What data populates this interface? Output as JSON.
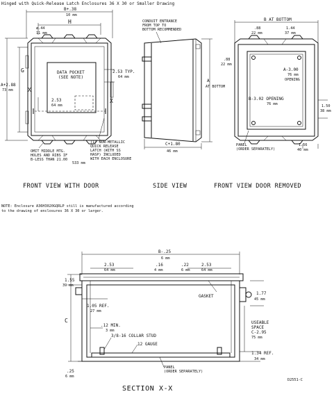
{
  "header": "Hinged with Quick-Release Latch Enclosures 36 X 30 or Smaller Drawing",
  "front_view": {
    "title": "FRONT VIEW WITH DOOR",
    "dim_b": "B+.38",
    "dim_b_mm": "10 mm",
    "dim_h": "H",
    "dim_hole": "ø.44",
    "dim_hole_mm": "11 mm",
    "dim_a": "A+2.88",
    "dim_a_mm": "73 mm",
    "dim_g": "G",
    "data_pocket_1": "DATA POCKET",
    "data_pocket_2": "(SEE NOTE)",
    "dim_253": "2.53 TYP.",
    "dim_253_mm": "64 mm",
    "dim_253b": "2.53",
    "dim_253b_mm": "64 mm",
    "section_x_left": "X",
    "section_x_right": "X",
    "note_omit_1": "OMIT MIDDLE MTG.",
    "note_omit_2": "HOLES AND RIBS IF",
    "note_omit_3": "B-LESS THAN 21.00",
    "note_omit_4": "533 mm",
    "note_latch_1": "(1) NON-METALLIC",
    "note_latch_2": "QUICK RELEASE",
    "note_latch_3": "LATCH (WITH SS",
    "note_latch_4": "HASP) INCLUDED",
    "note_latch_5": "WITH EACH ENCLOSURE"
  },
  "side_view": {
    "title": "SIDE VIEW",
    "conduit_1": "CONDUIT ENTRANCE",
    "conduit_2": "FROM TOP TO",
    "conduit_3": "BOTTOM RECOMMENDED",
    "dim_c": "C+1.80",
    "dim_c_mm": "46 mm",
    "dim_a": "A",
    "dim_a_sub": "AT BOTTOM"
  },
  "door_removed_view": {
    "title": "FRONT VIEW DOOR REMOVED",
    "dim_b": "B AT BOTTOM",
    "dim_88_top": ".88",
    "dim_88_top_mm": "22 mm",
    "dim_144": "1.44",
    "dim_144_mm": "37 mm",
    "dim_88_side": ".88",
    "dim_88_side_mm": "22 mm",
    "dim_a300_1": "A-3.00",
    "dim_a300_2": "76 mm",
    "dim_a300_3": "OPENING",
    "dim_b302_1": "B-3.02 OPENING",
    "dim_b302_2": "76 mm",
    "dim_150": "1.50",
    "dim_150_mm": "38 mm",
    "dim_156": "1.56",
    "dim_156_mm": "40 mm",
    "panel_1": "PANEL",
    "panel_2": "(ORDER SEPARATELY)"
  },
  "note_1": "NOTE:  Enclosure A36H3020GQRLP still is manufactured according",
  "note_2": "       to the drawing of enclosures 36 X 30 or larger.",
  "section": {
    "title": "SECTION X-X",
    "dim_b25": "B-.25",
    "dim_b25_mm": "6 mm",
    "dim_253a": "2.53",
    "dim_253a_mm": "64 mm",
    "dim_16": ".16",
    "dim_16_mm": "4 mm",
    "dim_22": ".22",
    "dim_22_mm": "6 mm",
    "dim_253b": "2.53",
    "dim_253b_mm": "64 mm",
    "dim_155": "1.55",
    "dim_155_mm": "39 mm",
    "gasket": "GASKET",
    "dim_177": "1.77",
    "dim_177_mm": "45 mm",
    "dim_105_1": "1.05 REF.",
    "dim_105_2": "27 mm",
    "dim_c": "C",
    "dim_12min_1": ".12 MIN.",
    "dim_12min_2": "3 mm",
    "useable_1": "USEABLE",
    "useable_2": "SPACE",
    "useable_3": "C-2.95",
    "useable_4": "75 mm",
    "collar_stud": "3/8-16 COLLAR STUD",
    "gauge": "12 GAUGE",
    "dim_134_1": "1.34 REF.",
    "dim_134_2": "34 mm",
    "panel_1": "PANEL",
    "panel_2": "(ORDER SEPARATELY)",
    "dim_25": ".25",
    "dim_25_mm": "6 mm",
    "drawing_no": "D2551-C"
  }
}
